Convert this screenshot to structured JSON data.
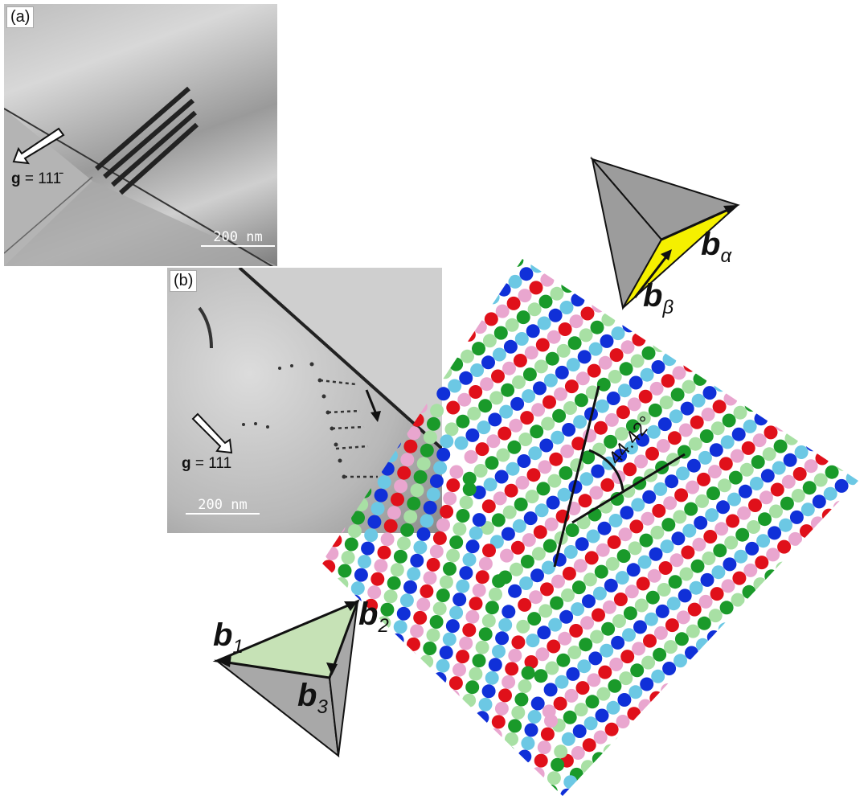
{
  "panel_a": {
    "label": "(a)",
    "g_prefix": "g",
    "g_value": " = 111̄",
    "scale": "200 nm"
  },
  "panel_b": {
    "label": "(b)",
    "g_prefix": "g",
    "g_value": " = 111",
    "scale": "200 nm"
  },
  "lattice": {
    "angle": "44.42°",
    "colors": {
      "red": "#e0101a",
      "pink": "#e9a6cf",
      "green": "#1a9a2a",
      "lightgreen": "#a8e0a4",
      "blue": "#1030d8",
      "lightblue": "#6cc8e4"
    }
  },
  "tetra_top": {
    "b_alpha": "b",
    "b_alpha_sub": "α",
    "b_beta": "b",
    "b_beta_sub": "β",
    "face": "#9c9c9c",
    "highlight": "#f5f000"
  },
  "tetra_bottom": {
    "b1": "b",
    "b1_sub": "1",
    "b2": "b",
    "b2_sub": "2",
    "b3": "b",
    "b3_sub": "3",
    "face": "#a8a8a8",
    "highlight": "#c6e2b6"
  }
}
